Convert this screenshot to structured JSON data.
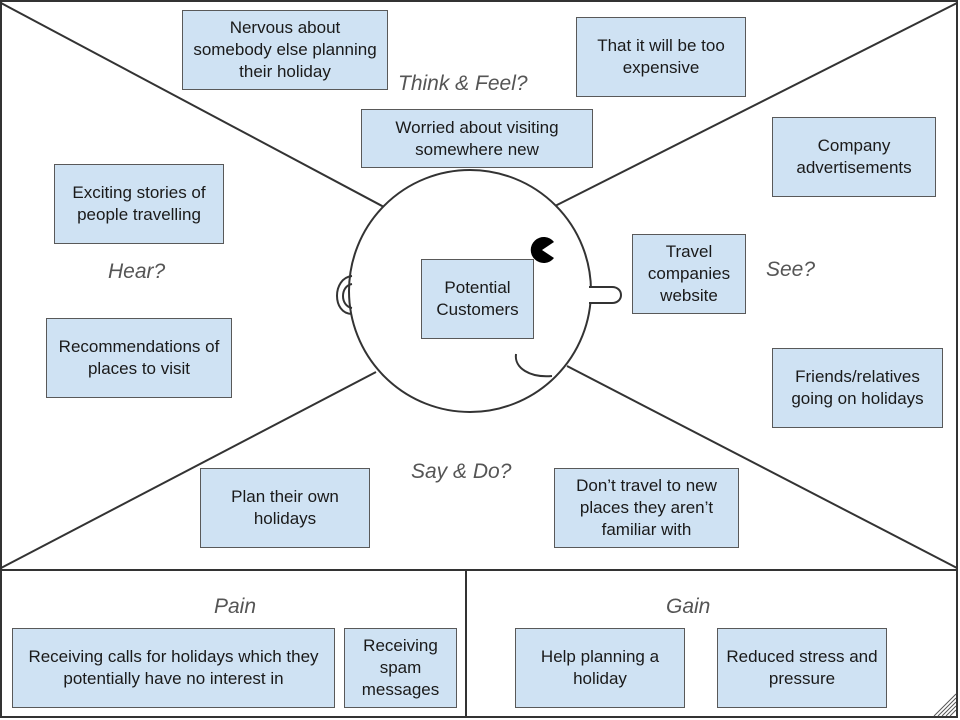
{
  "center_label": "Potential Customers",
  "sections": {
    "think_feel": "Think & Feel?",
    "hear": "Hear?",
    "see": "See?",
    "say_do": "Say & Do?",
    "pain": "Pain",
    "gain": "Gain"
  },
  "think_feel_notes": [
    "Nervous about somebody else planning their holiday",
    "That it will be too expensive",
    "Worried about visiting somewhere new"
  ],
  "hear_notes": [
    "Exciting stories of people travelling",
    "Recommendations of places to visit"
  ],
  "see_notes": [
    "Company advertisements",
    "Travel companies website",
    "Friends/relatives going on holidays"
  ],
  "say_do_notes": [
    "Plan their own holidays",
    "Don’t travel to new places they aren’t familiar with"
  ],
  "pain_notes": [
    "Receiving calls for holidays which they potentially have no interest in",
    "Receiving spam messages"
  ],
  "gain_notes": [
    "Help planning a holiday",
    "Reduced stress and pressure"
  ],
  "colors": {
    "note_fill": "#cfe2f3",
    "note_border": "#595959",
    "line": "#333333",
    "label": "#555555"
  }
}
